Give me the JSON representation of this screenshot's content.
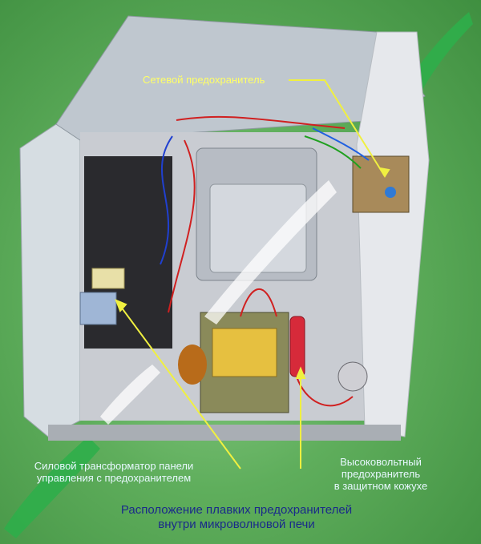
{
  "labels": {
    "mains_fuse": "Сетевой предохранитель",
    "control_transformer": "Силовой трансформатор панели\nуправления с предохранителем",
    "hv_fuse": "Высоковольтный\nпредохранитель\nв защитном кожухе"
  },
  "caption": "Расположение плавких предохранителей\nвнутри микроволновой печи",
  "colors": {
    "label_yellow": "#ffff66",
    "label_white": "#e8f8ff",
    "caption_blue": "#1a2a8a",
    "pointer_line": "#f0f040"
  }
}
